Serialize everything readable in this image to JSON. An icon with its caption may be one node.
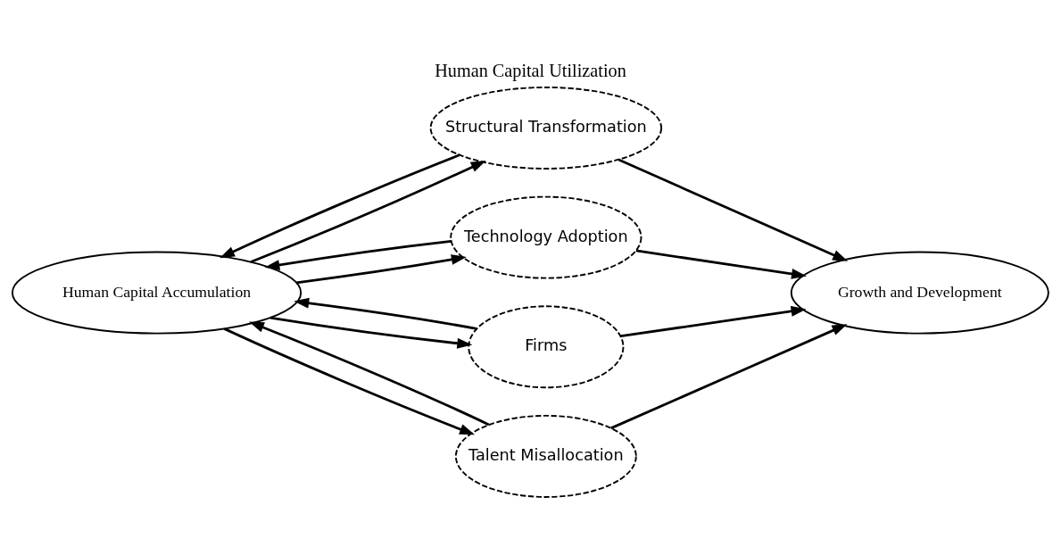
{
  "diagram": {
    "title": "Human Capital Utilization",
    "nodes": [
      {
        "text": [
          "Human Capital Accumulation"
        ]
      },
      {
        "text": [
          "Structural Transformation"
        ]
      },
      {
        "text": [
          "Technology Adoption"
        ]
      },
      {
        "text": [
          "Firms"
        ]
      },
      {
        "text": [
          "Talent Misallocation"
        ]
      },
      {
        "text": [
          "Growth and Development"
        ]
      }
    ],
    "edges": [
      {
        "from": 0,
        "to": 1,
        "arrow": "to"
      },
      {
        "from": 1,
        "to": 0,
        "arrow": "to"
      },
      {
        "from": 0,
        "to": 2,
        "arrow": "to"
      },
      {
        "from": 2,
        "to": 0,
        "arrow": "to"
      },
      {
        "from": 0,
        "to": 3,
        "arrow": "to"
      },
      {
        "from": 3,
        "to": 0,
        "arrow": "to"
      },
      {
        "from": 0,
        "to": 4,
        "arrow": "to"
      },
      {
        "from": 4,
        "to": 0,
        "arrow": "to"
      },
      {
        "from": 1,
        "to": 5,
        "arrow": "to"
      },
      {
        "from": 2,
        "to": 5,
        "arrow": "to"
      },
      {
        "from": 3,
        "to": 5,
        "arrow": "to"
      },
      {
        "from": 4,
        "to": 5,
        "arrow": "to"
      }
    ]
  }
}
